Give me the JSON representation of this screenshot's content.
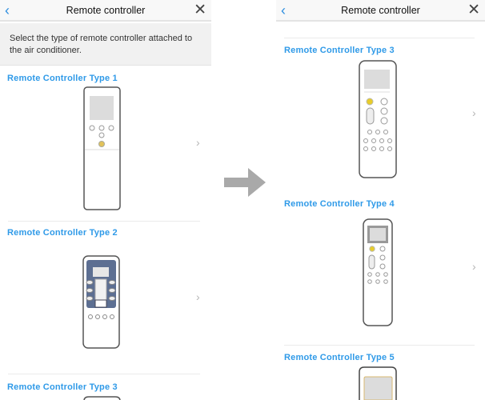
{
  "left_screen": {
    "header": {
      "title": "Remote controller",
      "back_icon": "chevron-left-icon",
      "close_icon": "close-icon"
    },
    "instruction": "Select the type of remote controller attached to the air conditioner.",
    "items": [
      {
        "label": "Remote Controller Type 1"
      },
      {
        "label": "Remote Controller Type 2"
      },
      {
        "label": "Remote Controller Type 3"
      }
    ]
  },
  "right_screen": {
    "header": {
      "title": "Remote controller",
      "back_icon": "chevron-left-icon",
      "close_icon": "close-icon"
    },
    "items": [
      {
        "label": "Remote Controller Type 3"
      },
      {
        "label": "Remote Controller Type 4"
      },
      {
        "label": "Remote Controller Type 5"
      }
    ]
  },
  "glyphs": {
    "back": "‹",
    "close": "✕",
    "chevron": "›"
  },
  "colors": {
    "accent": "#2f9ae8",
    "arrow": "#a9a9a9",
    "highlight_button": "#e8cc2a"
  }
}
